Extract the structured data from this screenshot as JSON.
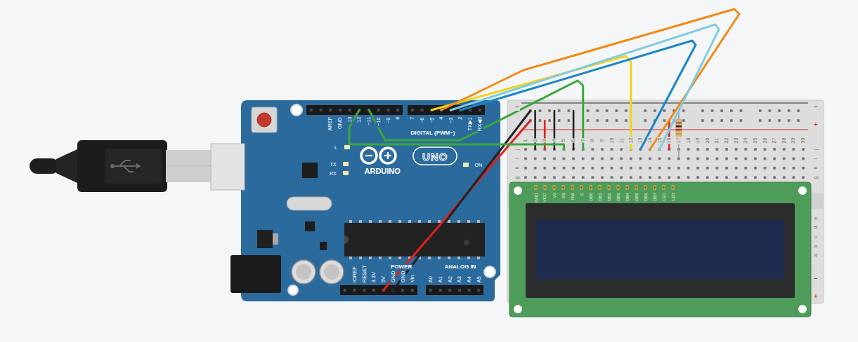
{
  "diagram": {
    "nodes": [
      {
        "text": [
          "AREF",
          "GND",
          "13",
          "12",
          "~11",
          "~10",
          "~9",
          "8",
          "7",
          "~6",
          "~5",
          "4",
          "~3",
          "2",
          "TX▶1",
          "RX◀0",
          "DIGITAL (PWM~)",
          "L",
          "UNO",
          "TX",
          "RX",
          "ON",
          "ARDUINO",
          "IOREF",
          "RESET",
          "3.3V",
          "5V",
          "GND",
          "GND",
          "Vin",
          "POWER",
          "ANALOG IN",
          "A0",
          "A1",
          "A2",
          "A3",
          "A4",
          "A5"
        ]
      },
      {
        "text": [
          "−",
          "−",
          "+",
          "1",
          "2",
          "3",
          "4",
          "5",
          "6",
          "7",
          "8",
          "9",
          "10",
          "11",
          "12",
          "13",
          "14",
          "15",
          "16",
          "17",
          "18",
          "19",
          "20",
          "21",
          "22",
          "23",
          "24",
          "25",
          "26",
          "27",
          "28",
          "29",
          "30",
          "j",
          "i",
          "h",
          "g",
          "j",
          "i",
          "h",
          "g",
          "e",
          "d",
          "c",
          "b",
          "a",
          "−",
          "+"
        ]
      },
      {
        "text": [
          "GND",
          "VCC",
          "V0",
          "RS",
          "RW",
          "E",
          "DB0",
          "DB1",
          "DB2",
          "DB3",
          "DB4",
          "DB5",
          "DB6",
          "DB7",
          "LED",
          "LED"
        ],
        "in": 1
      }
    ],
    "edges": [
      {
        "from": 0,
        "to": 1,
        "arrow": "none"
      },
      {
        "from": 0,
        "to": 1,
        "arrow": "none"
      },
      {
        "from": 0,
        "to": 1,
        "arrow": "none"
      },
      {
        "from": 0,
        "to": 1,
        "arrow": "none"
      },
      {
        "from": 0,
        "to": 1,
        "arrow": "none"
      },
      {
        "from": 0,
        "to": 1,
        "arrow": "none"
      },
      {
        "from": 0,
        "to": 1,
        "arrow": "none"
      },
      {
        "from": 0,
        "to": 1,
        "arrow": "none"
      }
    ]
  }
}
